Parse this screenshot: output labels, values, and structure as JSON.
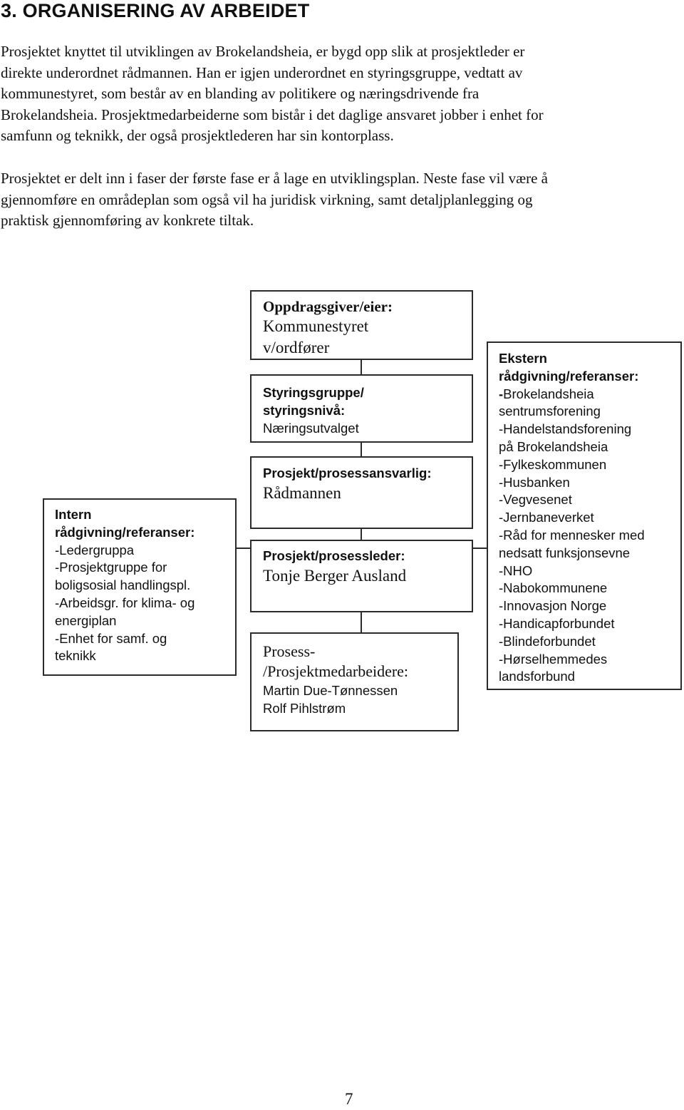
{
  "heading": "3. ORGANISERING AV ARBEIDET",
  "paragraph1": [
    "Prosjektet knyttet til utviklingen av Brokelandsheia, er bygd opp slik at prosjektleder er",
    "direkte underordnet rådmannen.  Han er igjen underordnet en styringsgruppe, vedtatt av",
    "kommunestyret, som består av en blanding av politikere og næringsdrivende fra",
    "Brokelandsheia.  Prosjektmedarbeiderne som bistår i det daglige ansvaret jobber i enhet for",
    "samfunn og teknikk, der også prosjektlederen har sin kontorplass."
  ],
  "paragraph2": [
    "Prosjektet er delt inn i faser der første fase er å lage en utviklingsplan.  Neste fase vil være å",
    "gjennomføre en områdeplan som også vil ha juridisk virkning, samt detaljplanlegging og",
    "praktisk gjennomføring av konkrete tiltak."
  ],
  "org_chart": {
    "owner": {
      "label": "Oppdragsgiver/eier:",
      "lines": [
        "Kommunestyret",
        "v/ordfører"
      ]
    },
    "steering": {
      "label_lines": [
        "Styringsgruppe/",
        "styringsnivå:"
      ],
      "value": "Næringsutvalget"
    },
    "responsible": {
      "label": "Prosjekt/prosessansvarlig:",
      "value": "Rådmannen"
    },
    "leader": {
      "label": "Prosjekt/prosessleder:",
      "value": "Tonje Berger Ausland"
    },
    "staff": {
      "label_lines": [
        "Prosess-",
        "/Prosjektmedarbeidere:"
      ],
      "members": [
        "Martin Due-Tønnessen",
        "Rolf Pihlstrøm"
      ]
    },
    "internal": {
      "label_lines": [
        "Intern",
        "rådgivning/referanser:"
      ],
      "items": [
        "-Ledergruppa",
        "-Prosjektgruppe for",
        "boligsosial handlingspl.",
        "-Arbeidsgr. for klima- og",
        "energiplan",
        "-Enhet for samf. og",
        "teknikk"
      ]
    },
    "external": {
      "label_lines": [
        "Ekstern",
        "rådgivning/referanser:"
      ],
      "items": [
        "Brokelandsheia",
        "sentrumsforening",
        "-Handelstandsforening",
        "på Brokelandsheia",
        "-Fylkeskommunen",
        "-Husbanken",
        "-Vegvesenet",
        "-Jernbaneverket",
        "-Råd for mennesker med",
        "nedsatt funksjonsevne",
        "-NHO",
        "-Nabokommunene",
        "-Innovasjon Norge",
        "-Handicapforbundet",
        "-Blindeforbundet",
        "-Hørselhemmedes",
        "landsforbund"
      ],
      "first_item_prefix": "-"
    }
  },
  "page_number": "7"
}
